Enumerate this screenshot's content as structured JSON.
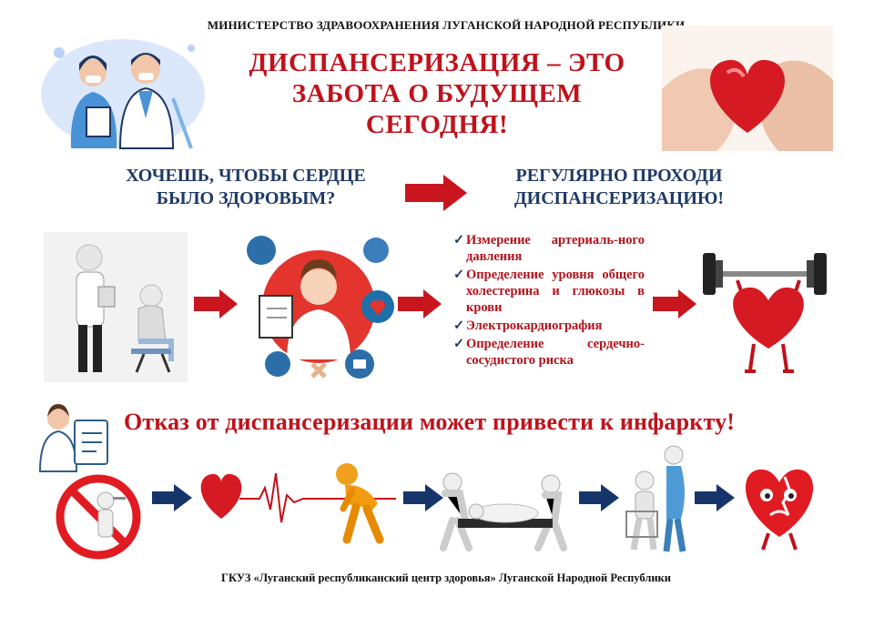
{
  "header": {
    "ministry": "МИНИСТЕРСТВО ЗДРАВООХРАНЕНИЯ ЛУГАНСКОЙ НАРОДНОЙ РЕСПУБЛИКИ",
    "title_line1": "ДИСПАНСЕРИЗАЦИЯ – ЭТО",
    "title_line2": "ЗАБОТА О БУДУЩЕМ",
    "title_line3": "СЕГОДНЯ!"
  },
  "question": {
    "line1": "ХОЧЕШЬ, ЧТОБЫ СЕРДЦЕ",
    "line2": "БЫЛО ЗДОРОВЫМ?"
  },
  "answer": {
    "line1": "РЕГУЛЯРНО ПРОХОДИ",
    "line2": "ДИСПАНСЕРИЗАЦИЮ!"
  },
  "checklist": {
    "mark": "✓",
    "items": [
      "Измерение артериаль-ного давления",
      "Определение уровня общего холестерина и глюкозы в крови",
      "Электрокардиография",
      "Определение сердечно-сосудистого риска"
    ]
  },
  "warning": "Отказ от диспансеризации может привести к инфаркту!",
  "footer": "ГКУЗ «Луганский республиканский центр здоровья» Луганской Народной Республики",
  "colors": {
    "red": "#c0121b",
    "navy": "#1f3a68",
    "arrow_red": "#c9151e",
    "arrow_navy": "#16366b"
  },
  "icons": [
    "doctors-illustration",
    "hands-heart-image",
    "doctor-patient-figure",
    "doctor-medical-icons",
    "heart-dumbbell-figure",
    "doctor-checklist-icon",
    "no-smoking-figure",
    "heart-ecg-line",
    "chest-pain-figure",
    "stretcher-figures",
    "caregiver-figures",
    "sad-heart-figure"
  ]
}
